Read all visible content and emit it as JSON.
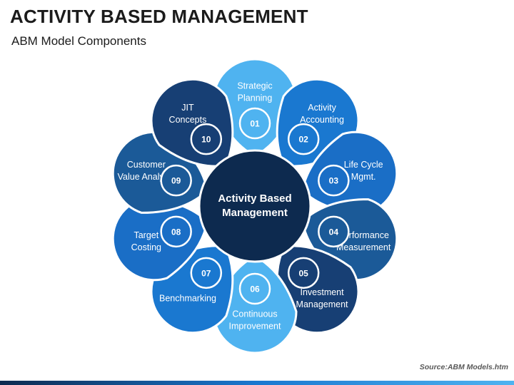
{
  "title": "ACTIVITY BASED MANAGEMENT",
  "subtitle": "ABM Model Components",
  "center": {
    "lines": [
      "Activity Based",
      "Management"
    ],
    "color": "#0d2a4f"
  },
  "components": [
    {
      "number": "01",
      "lines": [
        "Strategic",
        "Planning"
      ],
      "color": "#4fb3f0"
    },
    {
      "number": "02",
      "lines": [
        "Activity",
        "Accounting"
      ],
      "color": "#1a78d0"
    },
    {
      "number": "03",
      "lines": [
        "Life Cycle",
        "Mgmt."
      ],
      "color": "#1a6ec6"
    },
    {
      "number": "04",
      "lines": [
        "Performance",
        "Measurement"
      ],
      "color": "#1b5a98"
    },
    {
      "number": "05",
      "lines": [
        "Investment",
        "Management"
      ],
      "color": "#173f74"
    },
    {
      "number": "06",
      "lines": [
        "Continuous",
        "Improvement"
      ],
      "color": "#4fb3f0"
    },
    {
      "number": "07",
      "lines": [
        "Benchmarking"
      ],
      "color": "#1a78d0"
    },
    {
      "number": "08",
      "lines": [
        "Target",
        "Costing"
      ],
      "color": "#1a6ec6"
    },
    {
      "number": "09",
      "lines": [
        "Customer",
        "Value Analysis"
      ],
      "color": "#1b5a98"
    },
    {
      "number": "10",
      "lines": [
        "JIT",
        "Concepts"
      ],
      "color": "#173f74"
    }
  ],
  "source": "Source:ABM Models.htm",
  "footer_colors": [
    "#0d2a4f",
    "#1a78d0",
    "#4fb3f0"
  ]
}
